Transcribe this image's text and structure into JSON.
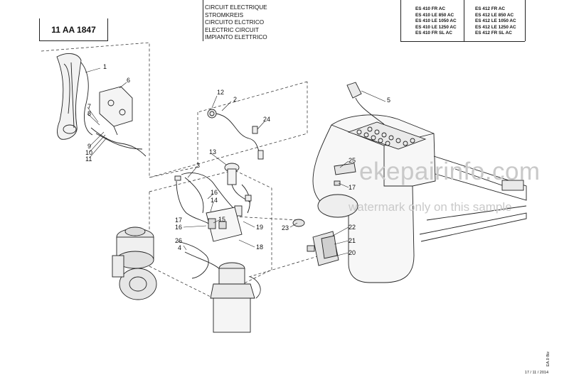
{
  "header": {
    "reference": "11 AA 1847",
    "titles": [
      "CIRCUIT ELECTRIQUE",
      "STROMKREIS",
      "CIRCUITO ELCTRICO",
      "ELECTRIC CIRCUIT",
      "IMPIANTO ELETTRICO"
    ],
    "models_left": [
      "ES 410  FR AC",
      "ES 410 LE 850 AC",
      "ES 410 LE 1050 AC",
      "ES 410 LE 1250 AC",
      "ES 410 FR SL AC"
    ],
    "models_right": [
      "ES 412  FR AC",
      "ES 412 LE 850 AC",
      "ES 412 LE 1050 AC",
      "ES 412 LE 1250 AC",
      "ES 412 FR SL AC"
    ]
  },
  "callouts": {
    "c1": "1",
    "c2": "2",
    "c3": "3",
    "c4": "4",
    "c5": "5",
    "c6": "6",
    "c7": "7",
    "c8": "8",
    "c9": "9",
    "c10": "10",
    "c11": "11",
    "c12": "12",
    "c13": "13",
    "c14": "14",
    "c15": "15",
    "c16a": "16",
    "c16b": "16",
    "c17a": "17",
    "c17b": "17",
    "c18": "18",
    "c19": "19",
    "c20": "20",
    "c21": "21",
    "c22": "22",
    "c23": "23",
    "c24": "24",
    "c25": "25",
    "c26": "26"
  },
  "watermark": {
    "site": "ekepairinfo.com",
    "note": "watermark only on this sample"
  },
  "footer": {
    "date": "17 / 11 / 2014",
    "side_code": "EA.0 Biz"
  }
}
